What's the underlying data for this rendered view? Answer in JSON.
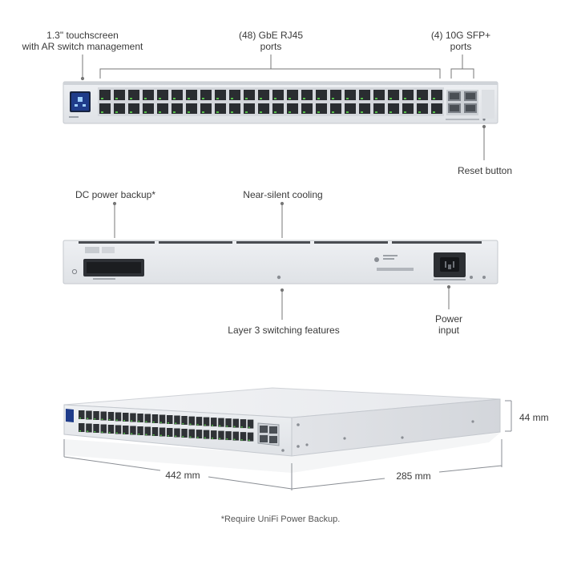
{
  "front": {
    "touchscreen": {
      "line1": "1.3\" touchscreen",
      "line2": "with AR switch management"
    },
    "rj45": {
      "line1": "(48) GbE RJ45",
      "line2": "ports"
    },
    "sfp": {
      "line1": "(4) 10G SFP+",
      "line2": "ports"
    },
    "reset": "Reset button"
  },
  "rear": {
    "dc_power": "DC power backup*",
    "cooling": "Near-silent cooling",
    "layer3": "Layer 3 switching features",
    "power": {
      "line1": "Power",
      "line2": "input"
    }
  },
  "dimensions": {
    "height": "44 mm",
    "width": "442 mm",
    "depth": "285 mm"
  },
  "footnote": "*Require UniFi Power Backup.",
  "colors": {
    "chassis": "#e4e6ea",
    "chassis_edge": "#b9bdc4",
    "port": "#2a2d31",
    "led_green": "#56c24a",
    "touchscreen": "#1f3c8a"
  }
}
